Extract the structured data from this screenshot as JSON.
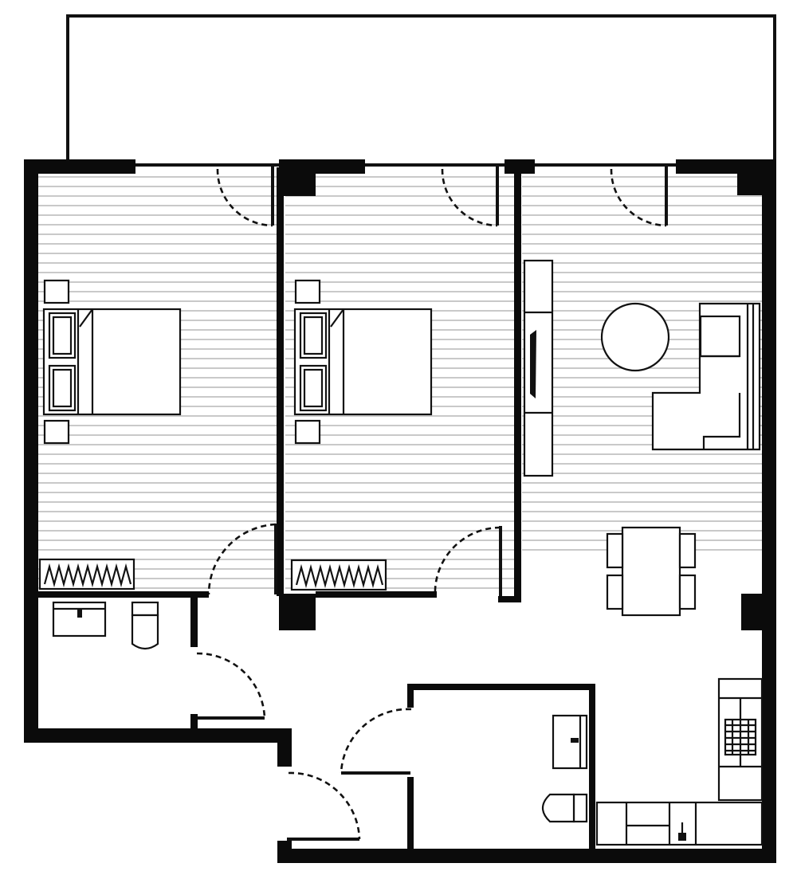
{
  "diagram": {
    "type": "floor-plan",
    "rooms": [
      {
        "id": "bedroom-1",
        "label": ""
      },
      {
        "id": "bedroom-2",
        "label": ""
      },
      {
        "id": "living-kitchen",
        "label": ""
      },
      {
        "id": "bathroom-1",
        "label": ""
      },
      {
        "id": "bathroom-2",
        "label": ""
      },
      {
        "id": "hallway",
        "label": ""
      },
      {
        "id": "balcony",
        "label": ""
      }
    ],
    "colors": {
      "wall": "#0b0b0b",
      "line": "#111111",
      "floor_stripe": "#c9c9c9",
      "background": "#ffffff"
    }
  }
}
